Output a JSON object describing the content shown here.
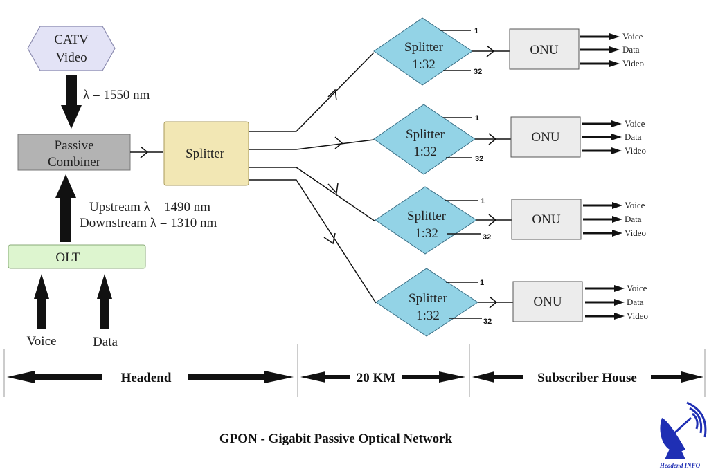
{
  "catv": {
    "line1": "CATV",
    "line2": "Video"
  },
  "lambda_catv": "λ = 1550 nm",
  "combiner": {
    "line1": "Passive",
    "line2": "Combiner"
  },
  "olt": "OLT",
  "upstream": "Upstream   λ = 1490 nm",
  "downstream": "Downstream λ = 1310 nm",
  "inputs": {
    "voice": "Voice",
    "data": "Data"
  },
  "main_splitter": "Splitter",
  "splitters": [
    {
      "line1": "Splitter",
      "line2": "1:32",
      "port_first": "1",
      "port_last": "32"
    },
    {
      "line1": "Splitter",
      "line2": "1:32",
      "port_first": "1",
      "port_last": "32"
    },
    {
      "line1": "Splitter",
      "line2": "1:32",
      "port_first": "1",
      "port_last": "32"
    },
    {
      "line1": "Splitter",
      "line2": "1:32",
      "port_first": "1",
      "port_last": "32"
    }
  ],
  "onus": [
    {
      "label": "ONU",
      "outputs": [
        "Voice",
        "Data",
        "Video"
      ]
    },
    {
      "label": "ONU",
      "outputs": [
        "Voice",
        "Data",
        "Video"
      ]
    },
    {
      "label": "ONU",
      "outputs": [
        "Voice",
        "Data",
        "Video"
      ]
    },
    {
      "label": "ONU",
      "outputs": [
        "Voice",
        "Data",
        "Video"
      ]
    }
  ],
  "zones": {
    "headend": "Headend",
    "distance": "20 KM",
    "subscriber": "Subscriber House"
  },
  "caption": "GPON - Gigabit Passive Optical Network",
  "logo_text": "Headend INFO",
  "colors": {
    "catv_fill": "#e3e3f6",
    "combiner_fill": "#b3b3b3",
    "olt_fill": "#ddf5cf",
    "main_splitter_fill": "#f2e7b4",
    "splitter_fill": "#93d3e6",
    "onu_fill": "#ececec",
    "logo_blue": "#1f2fb4"
  }
}
